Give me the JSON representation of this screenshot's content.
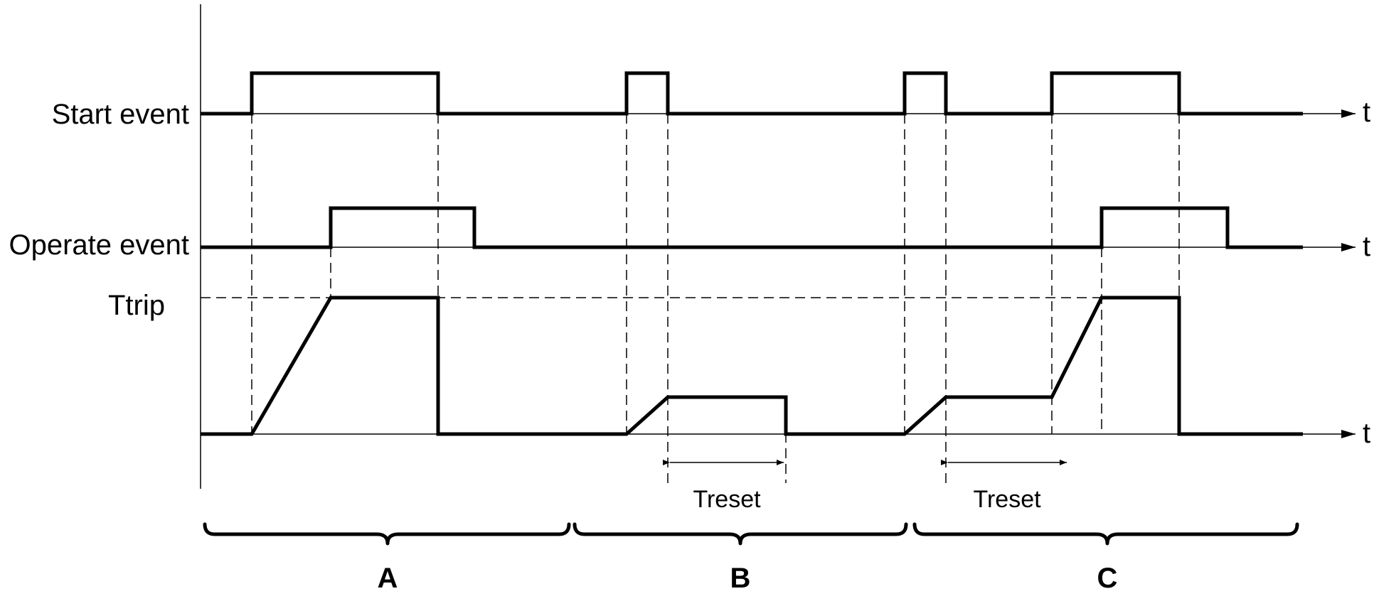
{
  "labels": {
    "start_event": "Start event",
    "operate_event": "Operate event",
    "ttrip": "Ttrip",
    "treset_1": "Treset",
    "treset_2": "Treset",
    "time_axis_1": "t",
    "time_axis_2": "t",
    "time_axis_3": "t"
  },
  "sections": {
    "a": "A",
    "b": "B",
    "c": "C"
  }
}
